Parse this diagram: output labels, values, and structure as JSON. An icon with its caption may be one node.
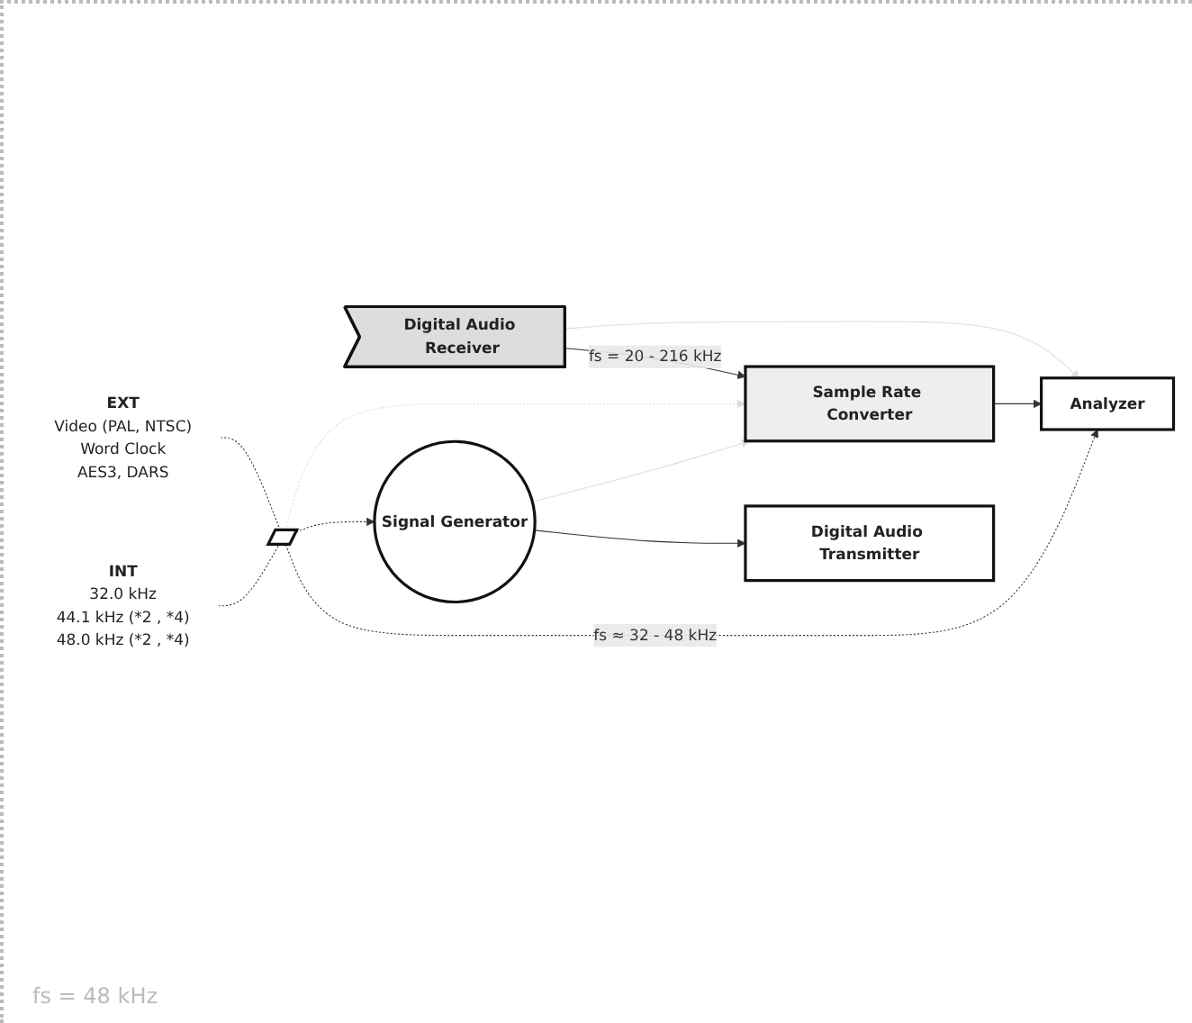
{
  "diagram": {
    "nodes": [
      {
        "text": [
          "Analyzer"
        ]
      },
      {
        "text": [
          "Digital Audio Receiver"
        ]
      },
      {
        "text": [
          "Sample Rate Converter"
        ]
      },
      {
        "text": [
          "Signal Generator"
        ]
      },
      {
        "text": [
          "Digital Audio Transmitter"
        ]
      },
      {
        "text": [
          "INT",
          "32.0 kHz",
          "44.1 kHz (*2 , *4)",
          "48.0 kHz (*2 , *4)"
        ]
      },
      {
        "text": [
          "EXT",
          "Video (PAL, NTSC)",
          "Word Clock",
          "AES3, DARS"
        ]
      },
      {
        "text": [],
        "shape": "switch"
      }
    ],
    "edges": [
      {
        "from": 1,
        "to": 2,
        "arrow": "to",
        "label": "fs = 20 - 216 kHz"
      },
      {
        "from": 2,
        "to": 0,
        "arrow": "to"
      },
      {
        "from": 3,
        "to": 4,
        "arrow": "to"
      },
      {
        "from": 1,
        "to": 0,
        "arrow": "to",
        "color": "#dddddd"
      },
      {
        "from": 3,
        "to": 2,
        "arrow": "to",
        "color": "#dddddd"
      },
      {
        "from": 7,
        "to": 0,
        "arrow": "to",
        "style": "dashed",
        "label": "fs ≈ 32 - 48 kHz"
      },
      {
        "from": 7,
        "to": 3,
        "arrow": "to",
        "style": "dashed"
      },
      {
        "from": 7,
        "to": 2,
        "arrow": "to",
        "style": "dashed",
        "color": "#dddddd"
      },
      {
        "from": 5,
        "to": 7,
        "arrow": "none",
        "style": "dashed"
      },
      {
        "from": 6,
        "to": 7,
        "arrow": "none",
        "style": "dashed"
      }
    ],
    "labels": [
      "fs = 48 kHz"
    ]
  }
}
